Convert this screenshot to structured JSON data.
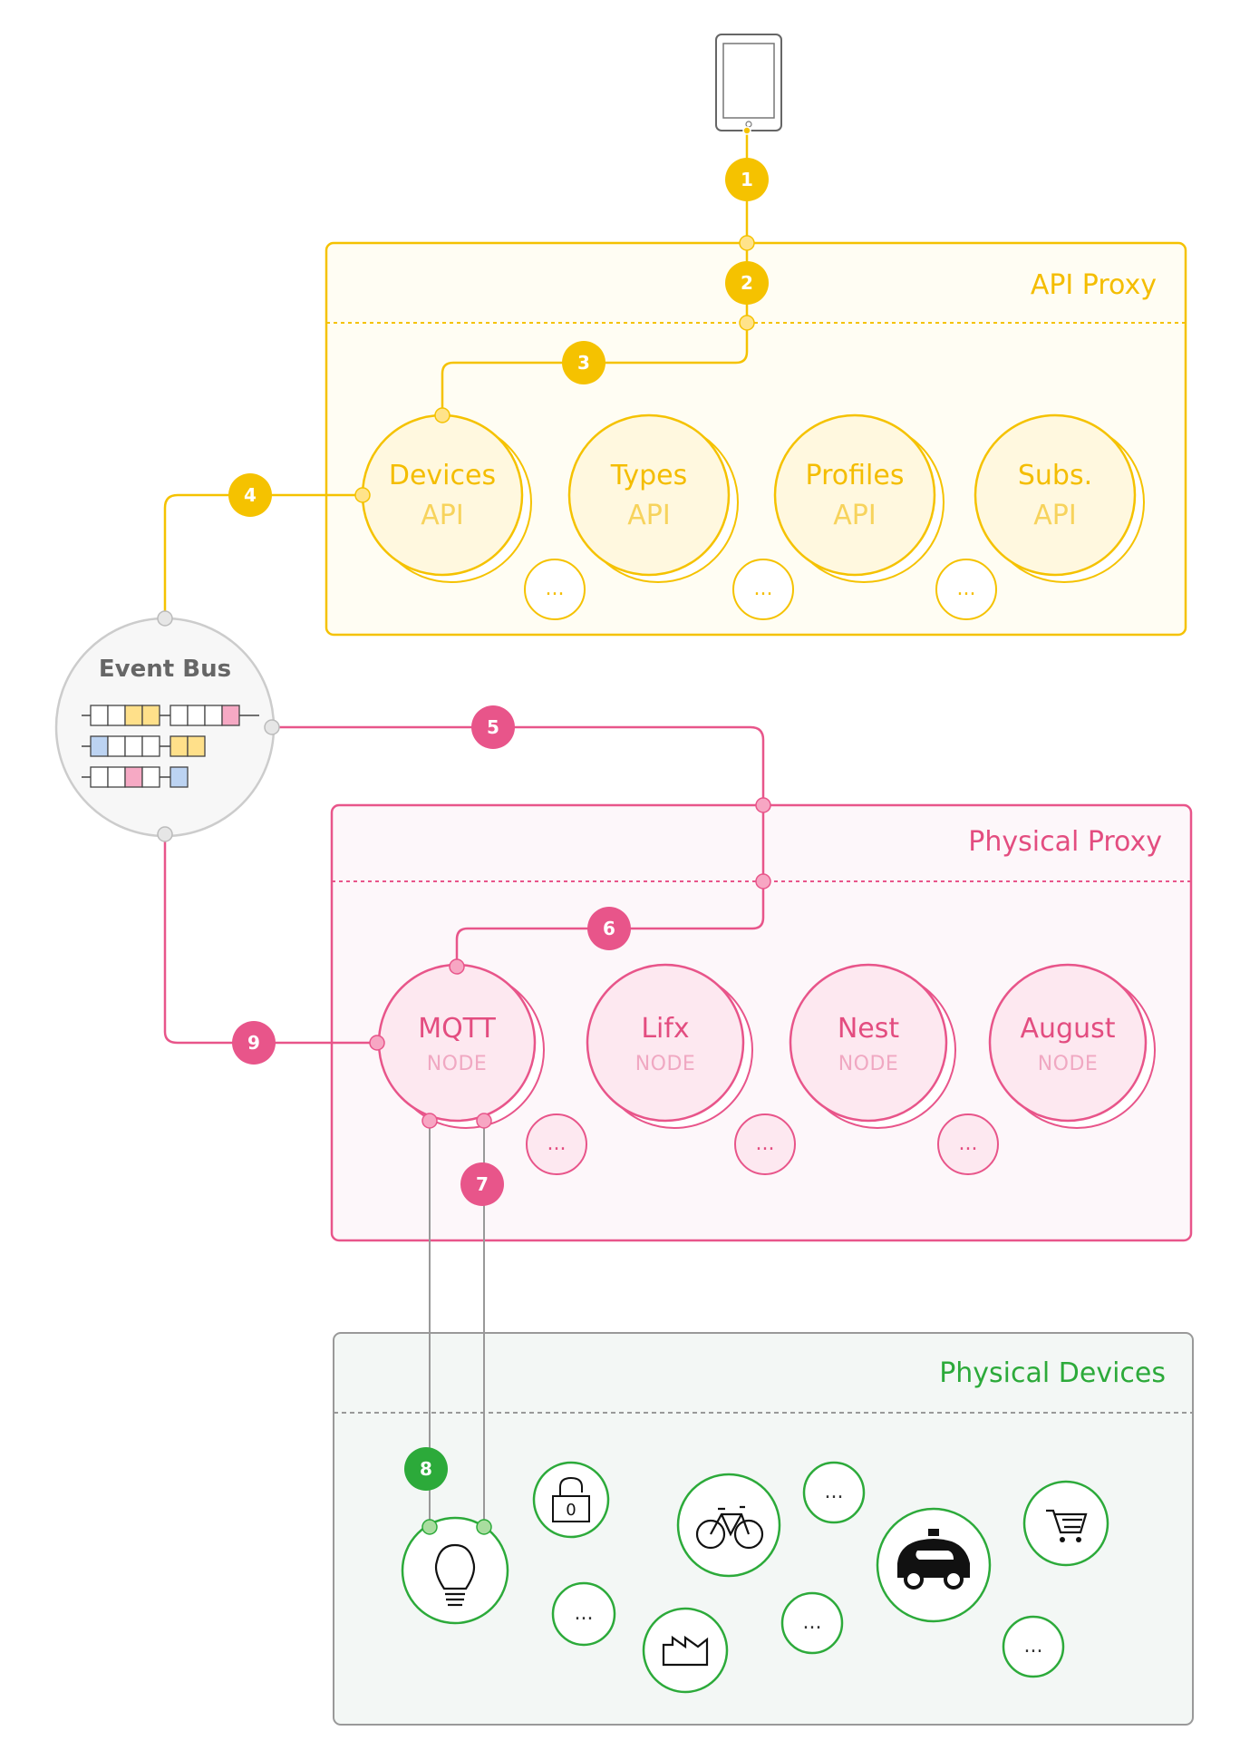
{
  "colors": {
    "api": "#f5c200",
    "api_fill": "#fff8df",
    "api_text": "#f4bd00",
    "api_panel": "#fffdf3",
    "physical": "#e8558a",
    "physical_fill": "#fde8f0",
    "physical_text": "#e34d80",
    "physical_sub": "#f0a8c2",
    "physical_panel": "#fdf7fa",
    "devices": "#2caa3a",
    "devices_panel": "#f3f7f5",
    "devices_border": "#999999",
    "bus": "#cccccc",
    "bus_fill": "#f7f7f7",
    "queue_yellow": "#ffe08a",
    "queue_pink": "#f6a9c4",
    "queue_blue": "#bcd3f2"
  },
  "tablet": {
    "icon": "tablet-icon"
  },
  "api_proxy": {
    "title": "API Proxy",
    "apis": [
      {
        "name": "Devices",
        "sub": "API"
      },
      {
        "name": "Types",
        "sub": "API"
      },
      {
        "name": "Profiles",
        "sub": "API"
      },
      {
        "name": "Subs.",
        "sub": "API"
      }
    ],
    "more": [
      "...",
      "...",
      "..."
    ]
  },
  "event_bus": {
    "title": "Event Bus"
  },
  "physical_proxy": {
    "title": "Physical Proxy",
    "nodes": [
      {
        "name": "MQTT",
        "sub": "NODE"
      },
      {
        "name": "Lifx",
        "sub": "NODE"
      },
      {
        "name": "Nest",
        "sub": "NODE"
      },
      {
        "name": "August",
        "sub": "NODE"
      }
    ],
    "more": [
      "...",
      "...",
      "..."
    ]
  },
  "physical_devices": {
    "title": "Physical Devices",
    "devices": [
      {
        "icon": "lightbulb-icon"
      },
      {
        "icon": "padlock-icon",
        "label": "0"
      },
      {
        "icon": "bicycle-icon"
      },
      {
        "icon": "car-icon"
      },
      {
        "icon": "shopping-cart-icon"
      },
      {
        "icon": "factory-icon"
      }
    ],
    "more": [
      "...",
      "...",
      "...",
      "...",
      "..."
    ]
  },
  "steps": [
    "1",
    "2",
    "3",
    "4",
    "5",
    "6",
    "7",
    "8",
    "9"
  ]
}
